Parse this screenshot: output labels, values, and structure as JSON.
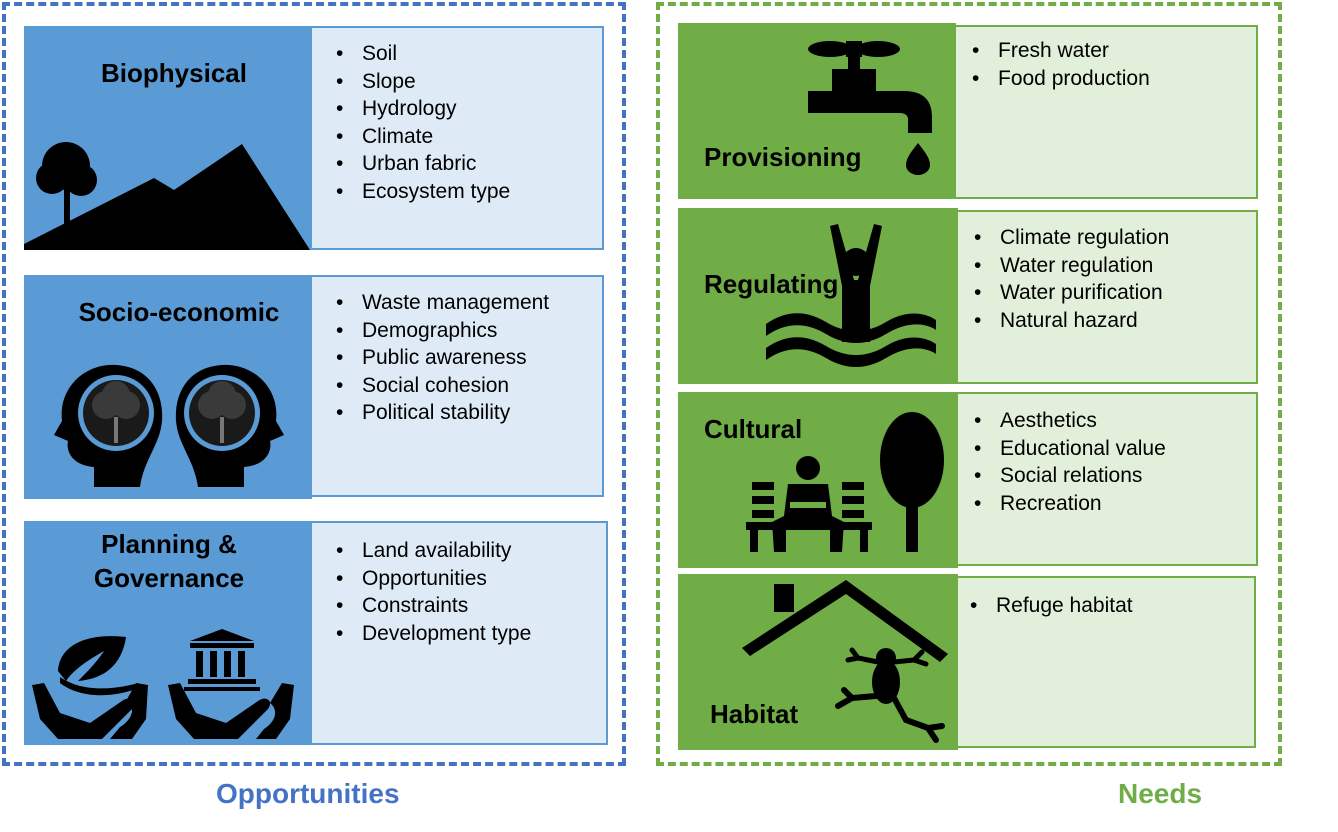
{
  "opportunities": {
    "label": "Opportunities",
    "color": "#4472c4",
    "sections": [
      {
        "title": "Biophysical",
        "items": [
          "Soil",
          "Slope",
          "Hydrology",
          "Climate",
          "Urban fabric",
          "Ecosystem type"
        ],
        "icon": "tree-hill-icon"
      },
      {
        "title": "Socio-economic",
        "items": [
          "Waste management",
          "Demographics",
          "Public awareness",
          "Social cohesion",
          "Political stability"
        ],
        "icon": "heads-tree-icon"
      },
      {
        "title_line1": "Planning &",
        "title_line2": "Governance",
        "items": [
          "Land availability",
          "Opportunities",
          "Constraints",
          "Development type"
        ],
        "icon": "hands-leaf-building-icon"
      }
    ]
  },
  "needs": {
    "label": "Needs",
    "color": "#70ad47",
    "sections": [
      {
        "title": "Provisioning",
        "items": [
          "Fresh water",
          "Food production"
        ],
        "icon": "water-tap-icon"
      },
      {
        "title": "Regulating",
        "items": [
          "Climate regulation",
          "Water regulation",
          "Water purification",
          "Natural hazard"
        ],
        "icon": "person-in-water-icon"
      },
      {
        "title": "Cultural",
        "items": [
          "Aesthetics",
          "Educational value",
          "Social relations",
          "Recreation"
        ],
        "icon": "person-bench-tree-icon"
      },
      {
        "title": "Habitat",
        "items": [
          "Refuge habitat"
        ],
        "icon": "house-frog-icon"
      }
    ]
  }
}
